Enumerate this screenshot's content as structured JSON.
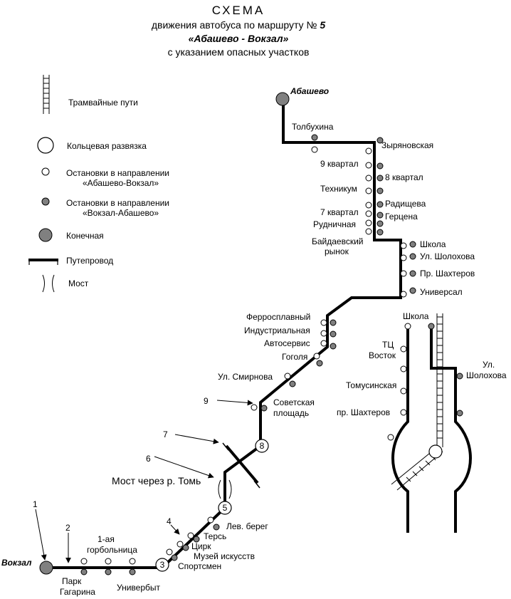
{
  "title": {
    "line1": "СХЕМА",
    "line2_prefix": "движения автобуса по маршруту №",
    "route_number": "5",
    "line3": "«Абашево - Вокзал»",
    "line4": "с указанием опасных участков"
  },
  "legend": {
    "tram": "Трамвайные пути",
    "roundabout": "Кольцевая развязка",
    "stop_ab_v_1": "Остановки в направлении",
    "stop_ab_v_2": "«Абашево-Вокзал»",
    "stop_v_ab_1": "Остановки в направлении",
    "stop_v_ab_2": "«Вокзал-Абашево»",
    "terminal": "Конечная",
    "overpass": "Путепровод",
    "bridge": "Мост"
  },
  "terminals": {
    "abashevo": "Абашево",
    "vokzal": "Вокзал"
  },
  "stops": {
    "tolbukhina": "Толбухина",
    "zyryanovskaya": "Зыряновская",
    "kvartal9": "9 квартал",
    "kvartal8": "8 квартал",
    "tekhnikum": "Техникум",
    "radishcheva": "Радищева",
    "kvartal7": "7 квартал",
    "gertsena": "Герцена",
    "rudnichnaya": "Рудничная",
    "baidaevsky_1": "Байдаевский",
    "baidaevsky_2": "рынок",
    "shkola": "Школа",
    "sholokhova": "Ул. Шолохова",
    "shakhterov": "Пр. Шахтеров",
    "universal": "Универсал",
    "ferrosplavny": "Ферросплавный",
    "industrialnaya": "Индустриальная",
    "avtoservis": "Автосервис",
    "gogolya": "Гоголя",
    "smirnova": "Ул. Смирнова",
    "sovetskaya_1": "Советская",
    "sovetskaya_2": "площадь",
    "lev_bereg": "Лев. берег",
    "ters": "Терсь",
    "tsirk": "Цирк",
    "muzei": "Музей искусств",
    "sportsmen": "Спортсмен",
    "gorbolnitsa_1": "1-ая",
    "gorbolnitsa_2": "горбольница",
    "park_1": "Парк",
    "park_2": "Гагарина",
    "univerbyt": "Универбыт"
  },
  "detail": {
    "shkola": "Школа",
    "tts_1": "ТЦ",
    "tts_2": "Восток",
    "tomusinskaya": "Томусинская",
    "shakhterov": "пр. Шахтеров",
    "sholokhova_1": "Ул.",
    "sholokhova_2": "Шолохова"
  },
  "bridge_label": "Мост через р. Томь",
  "hazard_numbers": [
    "1",
    "2",
    "3",
    "4",
    "5",
    "6",
    "7",
    "8",
    "9"
  ],
  "colors": {
    "line": "#000000",
    "stop_open_fill": "#ffffff",
    "stop_filled": "#808080",
    "terminal_fill": "#808080"
  }
}
